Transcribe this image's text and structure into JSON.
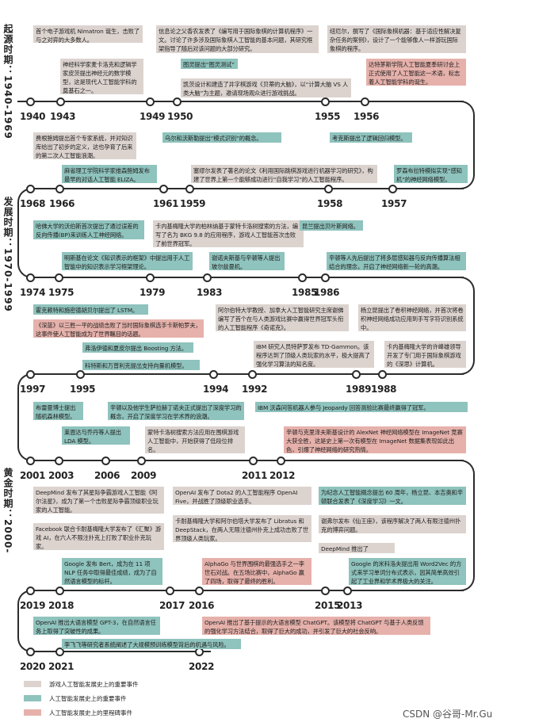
{
  "colors": {
    "game": "#dcd3cf",
    "important": "#8fc3bd",
    "milestone": "#e6b1ab",
    "line": "#2b2b2b"
  },
  "eras": {
    "origin": "起源时期：1940-1969",
    "development": "发展时期：1970-1999",
    "golden": "黄金时期：2000-"
  },
  "years": {
    "y1940": "1940",
    "y1943": "1943",
    "y1949": "1949",
    "y1950": "1950",
    "y1955": "1955",
    "y1956": "1956",
    "y1968": "1968",
    "y1966": "1966",
    "y1961": "1961",
    "y1959": "1959",
    "y1958": "1958",
    "y1957": "1957",
    "y1974": "1974",
    "y1975": "1975",
    "y1979": "1979",
    "y1983": "1983",
    "y1985": "1985",
    "y1986": "1986",
    "y1997": "1997",
    "y1995": "1995",
    "y1994": "1994",
    "y1992": "1992",
    "y1989": "1989",
    "y1988": "1988",
    "y2001": "2001",
    "y2003": "2003",
    "y2006": "2006",
    "y2009": "2009",
    "y2011": "2011",
    "y2012": "2012",
    "y2019": "2019",
    "y2018": "2018",
    "y2017": "2017",
    "y2016": "2016",
    "y2015": "2015",
    "y2013": "2013",
    "y2020": "2020",
    "y2021": "2021",
    "y2022": "2022"
  },
  "events": {
    "e1": "首个电子游戏机 Nimatron 诞生，击败了与之对弈的大多数人。",
    "e2": "神经科学家麦卡洛克和逻辑学家皮茨提出神经元的数学模型，这是现代人工智能学科的奠基石之一。",
    "e3": "信息论之父香农发表了《编写用于国际象棋的计算机程序》一文。讨论了许多涉及国际象棋人工智能的基本问题，其研究框架指导了随后对该问题的大部分研究。",
    "e4": "图灵提出“图灵测试”",
    "e5": "凯茨设计和建造了井字棋游戏《贝蒂的大脑》，以“计算大脑 VS 人类大脑”为主题，邀请现场观众进行游戏挑战。",
    "e6": "纽厄尔，撰写了《国际象棋机器：基于适应性解决复杂任务的案例》，设计了一个能够像人一样游玩国际象棋的程序。",
    "e7": "达特茅斯学院人工智能夏季研讨会上正式使用了人工智能这一术语，标志着人工智能学科的诞生。",
    "e8": "费根鲍姆提出首个专家系统，并对知识库给出了初步的定义，这也孕育了后来的第二次人工智能浪潮。",
    "e9": "麻省理工学院科学家维森鲍姆发布最早的对话人工智能 ELIZA。",
    "e10": "乌尔和沃斯勒提出“模式识别”的概念。",
    "e11": "塞缪尔发表了著名的论文《利用国际跳棋游戏进行机器学习的研究》，构建了世界上第一个能够成功进行“自我学习”的人工智能程序。",
    "e12": "考克斯提出了逻辑回归模型。",
    "e13": "罗森布拉特模拟实现“感知机”的神经网络模型。",
    "e14": "哈佛大学的沃伯斯首次提出了通过误差的反向传播(BP)来训练人工神经网络。",
    "e15": "明斯基在论文《知识表示的框架》中提出用于人工智能中的知识表示学习框架理论。",
    "e16": "卡内基梅隆大学的柏林纳基于蒙特卡洛树搜索的方法，编写了名为 BKG 9.8 的应用程序，游戏人工智能首次击败了前世界冠军。",
    "e17": "谢诺夫斯基与辛顿等人提出玻尔兹曼机。",
    "e18": "昆兰提出贝叶斯网络。",
    "e19": "辛顿等人先后提出了将多层感知器与反向传播算法相结合的理念，开启了神经网络新一轮的高潮。",
    "e20": "霍克赖特和施密德胡贝尔提出了 LSTM。",
    "e21": "《深蓝》以三胜一平的战绩击败了当时国际象棋选手卡斯帕罗夫，这事件使人工智能成为了世界瞩目的话题。",
    "e22": "弗洛伊德和夏皮尔提出 Boosting 方法。",
    "e23": "科特斯和万普利克提出支持向量机模型。",
    "e24": "阿尔伯特大学教授、加拿大人工智能研究主席谢佛编写了首个在与人类游戏比赛中赢得世界冠军头衔的人工智能程序《奇诺克》。",
    "e25": "IBM 研究人员特萨罗发布 TD-Gammon。该程序达到了顶级人类玩家的水平，极大提高了强化学习算法的知名度。",
    "e26": "杨立昆提出了卷积神经网络，并首次将卷积神经网络成功应用到手写字符识别系统中。",
    "e27": "卡内基梅隆大学的许峰雄领导开发了专门用于国际象棋游戏的《深思》计算机。",
    "e28": "布雷曼博士提出随机森林模型。",
    "e29": "莱恩达与乔丹等人提出 LDA 模型。",
    "e30": "辛顿以及他学生萨拉赫丁诺夫正式提出了深度学习的概念，开启了深度学习在学术界的浪潮。",
    "e31": "蒙特卡洛树搜索方法应用在围棋游戏人工智能中，开始获得了低段位排名。",
    "e32": "IBM 沃森问答机器人参与 Jeopardy 回答测验比赛最终赢得了冠军。",
    "e33": "辛顿与克里泽夫斯基设计的 AlexNet 神经网络模型在 ImageNet 竞赛大获全胜，这是史上第一次有模型在 ImageNet 数据集表现如此出色，引爆了神经网络的研究热情。",
    "e34": "DeepMind 发布了其星际争霸游戏人工智能《阿尔法星》，成为了第一个击败星际争霸顶级职业玩家的人工智能。",
    "e35": "Facebook 联合卡耐基梅隆大学发布了《汇聚》游戏 AI，在六人不限注扑克上打败了职业扑克玩家。",
    "e36": "Google 发布 Bert，成为在 11 项 NLP 任务中取得最佳成绩，成为了自然语言模型的标杆。",
    "e37": "OpenAI 发布了 Dota2 的人工智能程序 OpenAI Five，并战胜了顶级职业选手。",
    "e38": "卡耐基梅隆大学和阿尔伯塔大学发布了 Libratus 和 DeepStack，在两人无限注德州扑克上成功击败了世界顶级人类玩家。",
    "e39": "AlphaGo 与世界围棋的最强选手之一李世石对战。在五场比赛中，AlphaGo 赢了四场，取得了最终的胜利。",
    "e40": "为纪念人工智能概念提出 60 周年，杨立昆、本吉奥和辛顿联合发表了《深度学习》一文。",
    "e41": "谢弗尔发布《仙王座》，该程序解决了两人有限注德州扑克的博弈问题。",
    "e42": "DeepMind 推出了 AlphaGo。",
    "e43": "Google 的米科洛夫提出用 Word2Vec 的方式来学习单词分布式表示，因其简单高效引起了工业界和学术界极大的关注。",
    "e44": "OpenAI 推出大语言模型 GPT-3，在自然语言任务上取得了突破性的成果。",
    "e45": "OpenAI 推出了基于提示的大语言模型 ChatGPT。该模型将 ChatGPT 与基于人类反馈的强化学习方法结合，取得了巨大的成功，并引发了巨大的社会反响。",
    "e46": "李飞飞等研究者系统阐述了大规模预训练模型背后的机遇与风险。"
  },
  "legend": {
    "game": "游戏人工智能发展史上的重要事件",
    "important": "人工智能发展史上的重要事件",
    "milestone": "人工智能发展史上的里程碑事件"
  },
  "watermark": "CSDN @谷哥-Mr.Gu"
}
